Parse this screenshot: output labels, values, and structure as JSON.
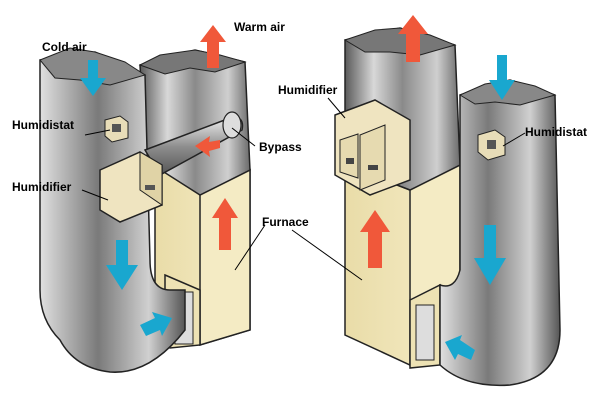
{
  "labels": {
    "cold_air": "Cold air",
    "warm_air": "Warm air",
    "humidistat": "Humidistat",
    "humidifier": "Humidifier",
    "bypass": "Bypass",
    "furnace": "Furnace"
  },
  "colors": {
    "warm_arrow": "#f0583a",
    "cold_arrow": "#19a7cf",
    "furnace_body": "#f2e6b6",
    "duct_metal": "#9a9a9a",
    "humidifier_body": "#efe4c0"
  },
  "icons": [
    "warm-air-arrow",
    "cold-air-arrow"
  ]
}
